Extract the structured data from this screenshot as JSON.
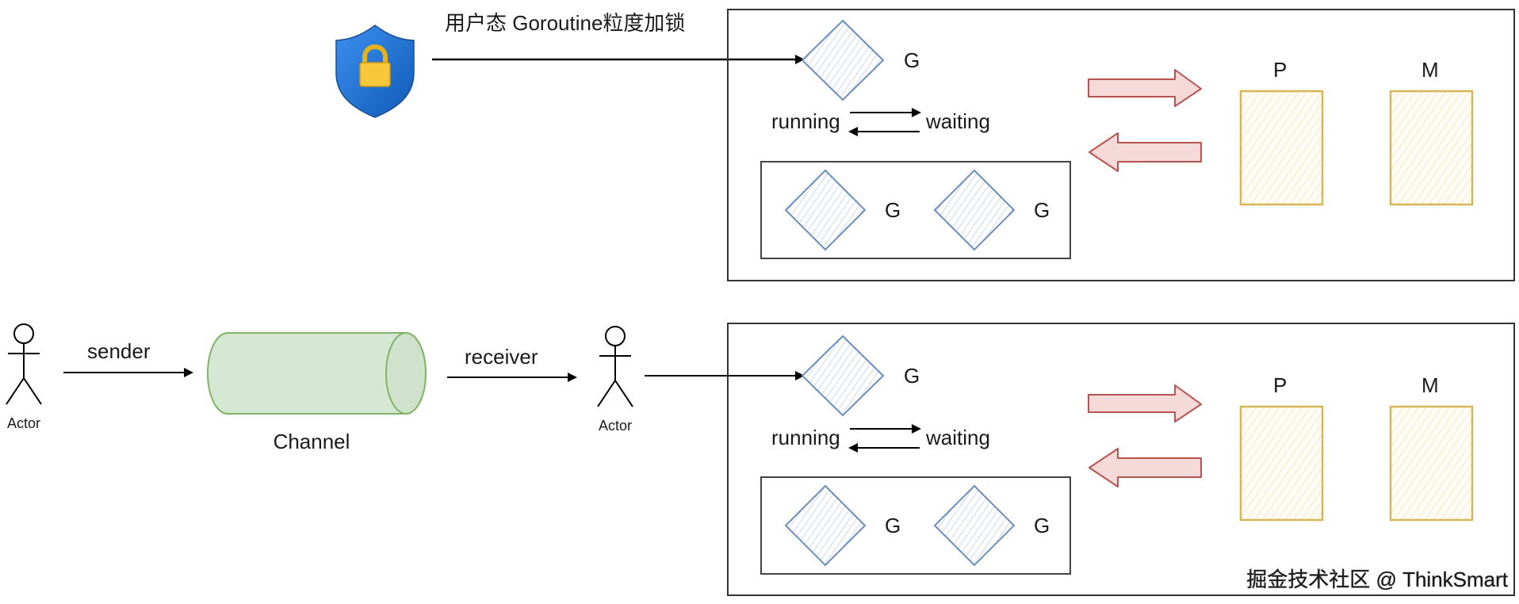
{
  "lock_caption": "用户态 Goroutine粒度加锁",
  "top_panel": {
    "running": "running",
    "waiting": "waiting",
    "g_main": "G",
    "g_queue": [
      "G",
      "G"
    ],
    "p_label": "P",
    "m_label": "M"
  },
  "bottom_panel": {
    "running": "running",
    "waiting": "waiting",
    "g_main": "G",
    "g_queue": [
      "G",
      "G"
    ],
    "p_label": "P",
    "m_label": "M"
  },
  "channel_flow": {
    "sender_actor": "Actor",
    "sender_label": "sender",
    "channel_label": "Channel",
    "receiver_label": "receiver",
    "receiver_actor": "Actor"
  },
  "watermark": "掘金技术社区 @ ThinkSmart",
  "colors": {
    "g_diamond": "#6c8ebf",
    "g_fill": "#dae8fc",
    "pm_stroke": "#d6b656",
    "pm_fill": "#fff2cc",
    "channel_stroke": "#82b366",
    "channel_fill": "#d5e8d4",
    "red_arrow": "#b85450",
    "shield_blue": "#1e6fd0",
    "lock_gold": "#f4c430"
  },
  "icons": [
    "shield-lock-icon",
    "actor-icon"
  ]
}
